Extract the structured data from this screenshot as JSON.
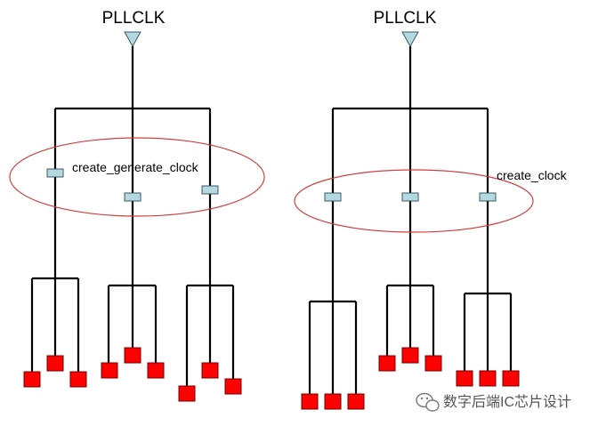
{
  "colors": {
    "wire": "#000000",
    "buffer_fill": "#b4d8e0",
    "buffer_stroke": "#3a5a64",
    "source_fill": "#b4d8e0",
    "sink_fill": "#ff0000",
    "sink_stroke": "#700000",
    "ellipse": "#d04040"
  },
  "left_tree": {
    "source_label": "PLLCLK",
    "annotation": "create_generate_clock",
    "source_icon": "triangle-buffer-icon",
    "buffer_icon": "clock-buffer-icon",
    "sink_icon": "register-sink-icon"
  },
  "right_tree": {
    "source_label": "PLLCLK",
    "annotation": "create_clock",
    "source_icon": "triangle-buffer-icon",
    "buffer_icon": "clock-buffer-icon",
    "sink_icon": "register-sink-icon"
  },
  "watermark": {
    "text": "数字后端IC芯片设计",
    "icon": "wechat-icon"
  }
}
